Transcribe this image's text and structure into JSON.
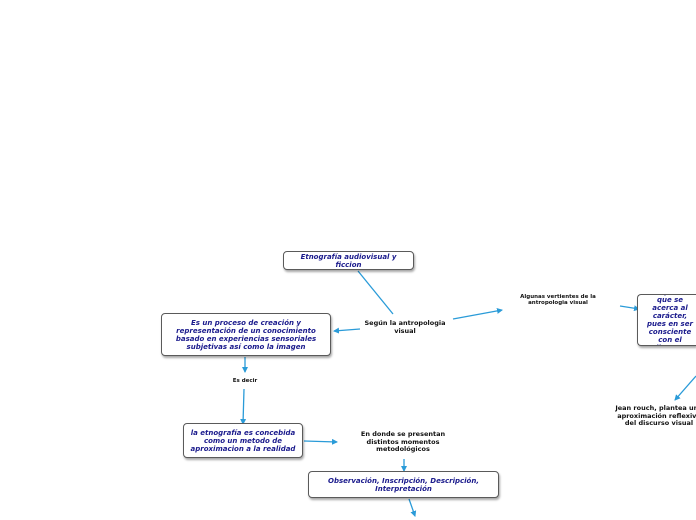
{
  "nodes": {
    "etnografia_audiovisual": "Etnografía audiovisual y ficcion",
    "segun_antropologia": "Según la antropologia visual",
    "proceso_creacion": "Es un proceso de creación y representación de un conocimiento basado en experiencias sensoriales subjetivas así como la imagen",
    "es_decir": "Es decir",
    "etnografia_concebida": "la etnografía es concebida como un metodo de aproximacion a la realidad",
    "en_donde": "En donde se presentan distintos momentos metodológicos",
    "observacion": "Observación, Inscripción, Descripción, Interpretación",
    "vertientes": "Algunas vertientes de la antropologia visual",
    "proponen": "Proponen que se acerca al carácter, pues en ser consciente con el discurso",
    "jean_rouch": "Jean rouch, plantea una aproximación reflexiva del discurso visual"
  },
  "colors": {
    "connector": "#2a9bd8",
    "box_text": "#1a1a8c",
    "plain_text": "#111111"
  }
}
